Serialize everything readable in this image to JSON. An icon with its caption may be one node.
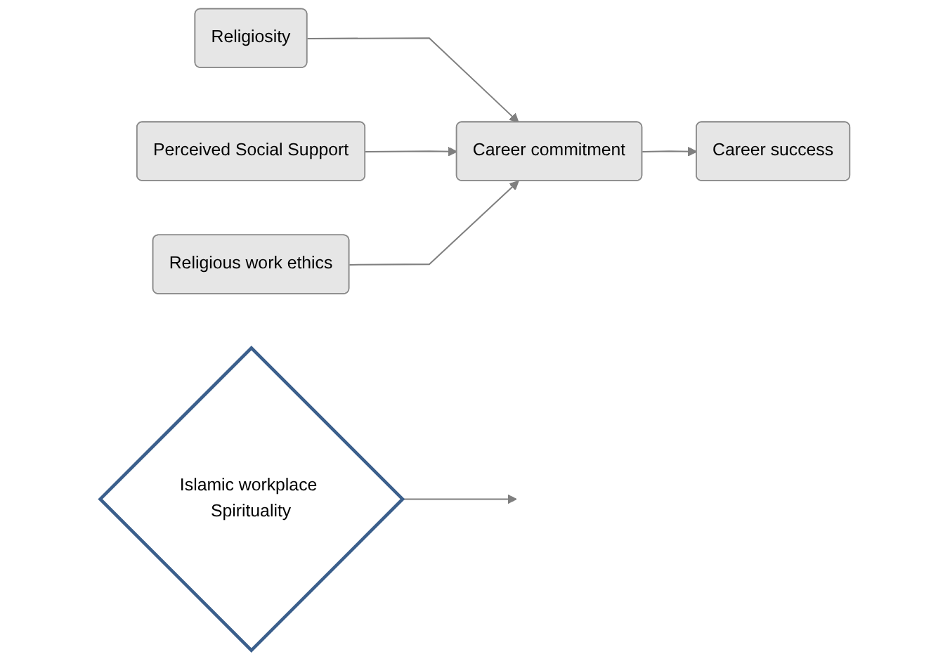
{
  "diagram": {
    "nodes": [
      {
        "text": [
          "Religiosity"
        ]
      },
      {
        "text": [
          "Perceived Social Support"
        ]
      },
      {
        "text": [
          "Religious work ethics"
        ]
      },
      {
        "text": [
          "Career commitment"
        ]
      },
      {
        "text": [
          "Islamic workplace Spirituality"
        ]
      },
      {
        "text": [
          "Career success"
        ]
      }
    ],
    "edges": [
      {
        "from": 0,
        "to": 3,
        "arrow": "to"
      },
      {
        "from": 1,
        "to": 3,
        "arrow": "to"
      },
      {
        "from": 2,
        "to": 3,
        "arrow": "to"
      },
      {
        "from": 3,
        "to": 5,
        "arrow": "to"
      },
      {
        "from": 4,
        "to": null,
        "arrow": "to"
      }
    ]
  }
}
